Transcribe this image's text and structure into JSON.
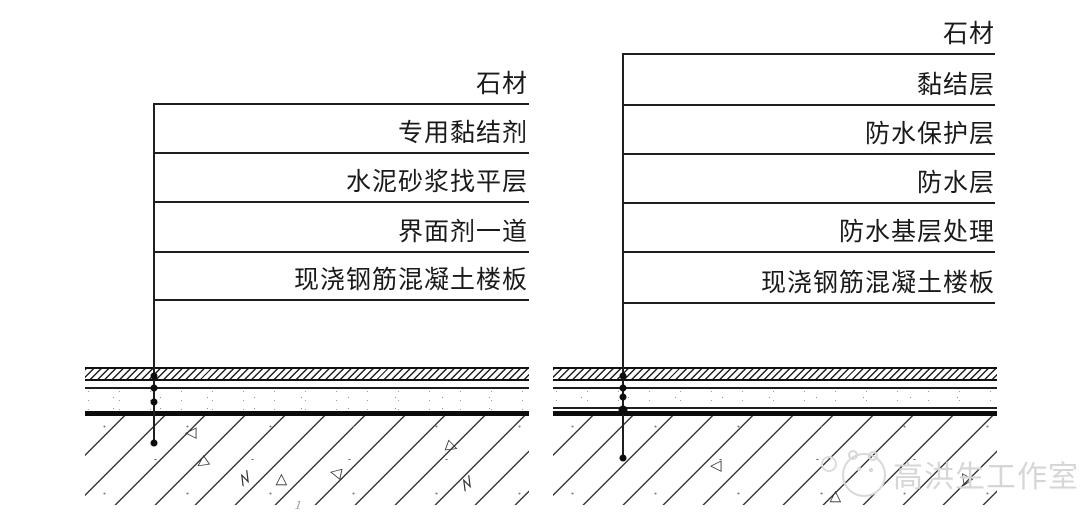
{
  "diagram": {
    "type": "construction-floor-section-detail",
    "background": "#ffffff",
    "line_color": "#1f1f1f",
    "details": [
      {
        "id": "left",
        "layer_labels": [
          "石材",
          "专用黏结剂",
          "水泥砂浆找平层",
          "界面剂一道",
          "现浇钢筋混凝土楼板"
        ]
      },
      {
        "id": "right",
        "layer_labels": [
          "石材",
          "黏结层",
          "防水保护层",
          "防水层",
          "防水基层处理",
          "现浇钢筋混凝土楼板"
        ]
      }
    ],
    "symbols": {
      "aggregate_triangle": "◁"
    },
    "watermark": {
      "text": "高洪生工作室",
      "color": "#d6d6d6",
      "logo": "pig-face-icon"
    },
    "footnote_mark": "1"
  }
}
